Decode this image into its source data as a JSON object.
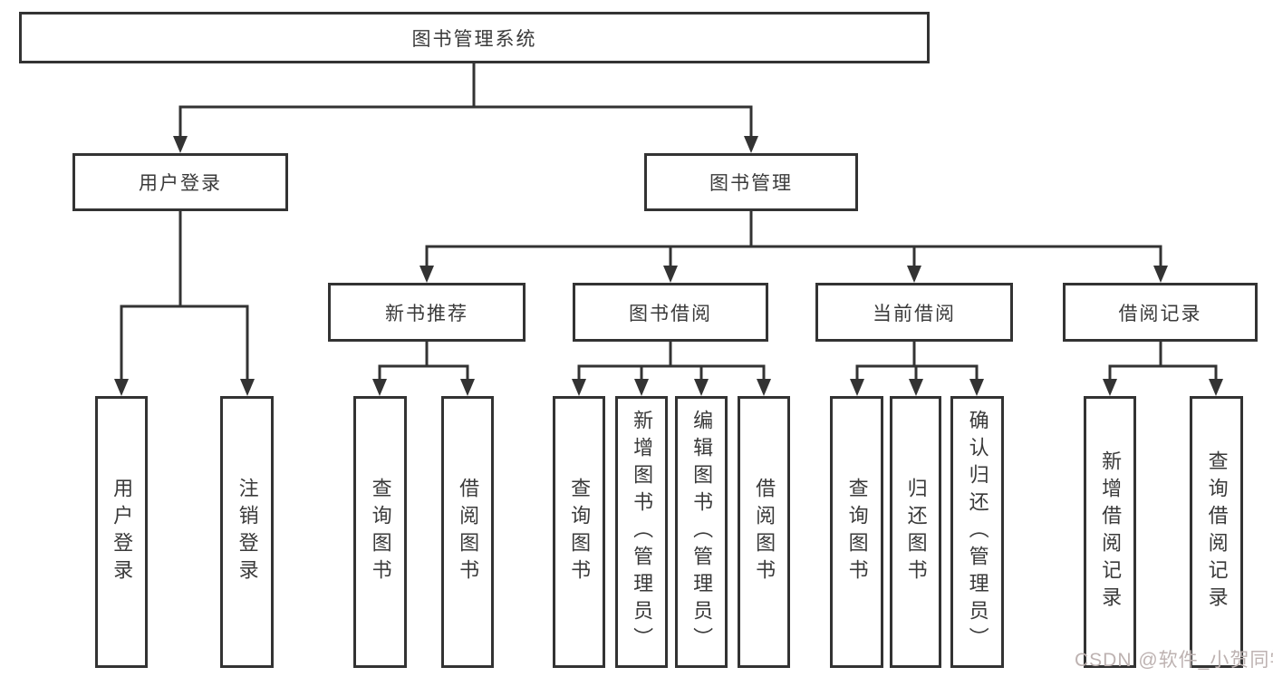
{
  "diagram": {
    "type": "hierarchy-flowchart",
    "colors": {
      "line": "#333333",
      "node_border": "#333333",
      "node_background": "#ffffff",
      "text": "#3a3a3a",
      "watermark_text_color": "#bdb2b1",
      "background": "#ffffff"
    },
    "nodes": {
      "root": "图书管理系统",
      "user_login": "用户登录",
      "book_mgmt": "图书管理",
      "new_book_rec": "新书推荐",
      "book_borrow": "图书借阅",
      "current_borrow": "当前借阅",
      "borrow_records": "借阅记录",
      "leaf_user_login": "用户登录",
      "leaf_logout": "注销登录",
      "leaf_query_books_1": "查询图书",
      "leaf_borrow_books_1": "借阅图书",
      "leaf_query_books_2": "查询图书",
      "leaf_add_books": "新增图书（管理员）",
      "leaf_edit_books": "编辑图书（管理员）",
      "leaf_borrow_books_2": "借阅图书",
      "leaf_query_books_3": "查询图书",
      "leaf_return_books": "归还图书",
      "leaf_confirm_return": "确认归还（管理员）",
      "leaf_add_borrow_record": "新增借阅记录",
      "leaf_query_borrow_record": "查询借阅记录"
    },
    "edges": [
      [
        "图书管理系统",
        "用户登录"
      ],
      [
        "图书管理系统",
        "图书管理"
      ],
      [
        "用户登录",
        "用户登录"
      ],
      [
        "用户登录",
        "注销登录"
      ],
      [
        "图书管理",
        "新书推荐"
      ],
      [
        "图书管理",
        "图书借阅"
      ],
      [
        "图书管理",
        "当前借阅"
      ],
      [
        "图书管理",
        "借阅记录"
      ],
      [
        "新书推荐",
        "查询图书"
      ],
      [
        "新书推荐",
        "借阅图书"
      ],
      [
        "图书借阅",
        "查询图书"
      ],
      [
        "图书借阅",
        "新增图书（管理员）"
      ],
      [
        "图书借阅",
        "编辑图书（管理员）"
      ],
      [
        "图书借阅",
        "借阅图书"
      ],
      [
        "当前借阅",
        "查询图书"
      ],
      [
        "当前借阅",
        "归还图书"
      ],
      [
        "当前借阅",
        "确认归还（管理员）"
      ],
      [
        "借阅记录",
        "新增借阅记录"
      ],
      [
        "借阅记录",
        "查询借阅记录"
      ]
    ]
  },
  "watermark": {
    "text": "CSDN @软件_小贺同学"
  }
}
